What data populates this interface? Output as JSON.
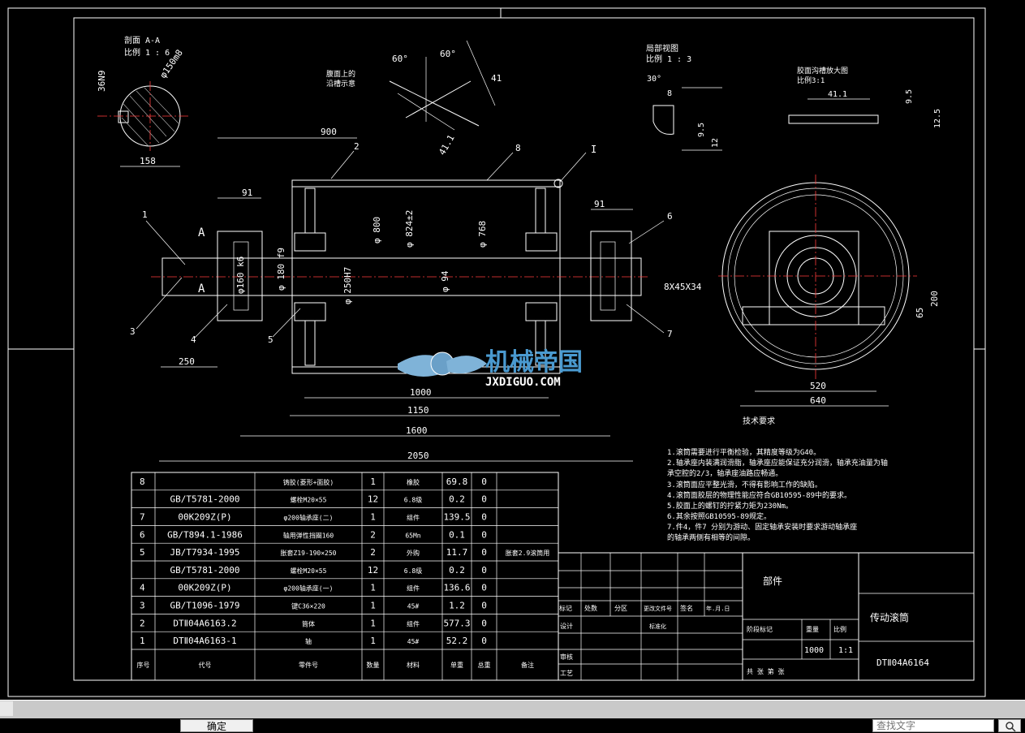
{
  "drawing": {
    "section_aa_title": "剖面 A-A",
    "section_aa_scale": "比例 1 : 6",
    "dim_36n9": "36N9",
    "dim_phi150": "φ150m8",
    "dim_158": "158",
    "weld_note_line1": "腹面上的",
    "weld_note_line2": "沿槽示意",
    "angle_left": "60°",
    "angle_right": "60°",
    "dim_41_top": "41",
    "dim_41_diag": "41.1",
    "local_view_title": "局部视图",
    "local_view_scale": "比例 1 : 3",
    "angle_30": "30°",
    "dim_local_8": "8",
    "dim_local_95": "9.5",
    "dim_local_12": "12",
    "rubber_title": "胶面沟槽放大图",
    "rubber_scale": "比例3:1",
    "dim_rubber_411": "41.1",
    "dim_rubber_95": "9.5",
    "dim_rubber_125": "12.5",
    "detail_I": "I",
    "dim_900": "900",
    "dim_91_left": "91",
    "dim_91_right": "91",
    "dim_phi800": "φ 800",
    "dim_phi824": "φ 824±2",
    "dim_phi768": "φ 768",
    "dim_phi94": "φ 94",
    "dim_phi250": "φ 250H7",
    "dim_phi180": "φ 180 f9",
    "dim_phi160": "φ160 k6",
    "dim_8x45x34": "8X45X34",
    "dim_250": "250",
    "dim_1000": "1000",
    "dim_1150": "1150",
    "dim_1600": "1600",
    "dim_2050": "2050",
    "dim_200": "200",
    "dim_65": "65",
    "dim_520": "520",
    "dim_640": "640",
    "section_A": "A",
    "balloons": [
      "1",
      "2",
      "3",
      "4",
      "5",
      "6",
      "7",
      "8"
    ],
    "watermark_cn": "机械帝国",
    "watermark_en": "JXDIGUO.COM",
    "tech_title": "技术要求",
    "tech_notes": [
      "1.滚筒需要进行平衡检验，其精度等级为G40。",
      "2.轴承座内装满润滑脂，轴承座应能保证充分润滑，轴承充油量为轴",
      "承空腔的2/3，轴承座油路应畅通。",
      "3.滚筒面应平整光滑，不得有影响工作的缺陷。",
      "4.滚筒面胶层的物理性能应符合GB10595-89中的要求。",
      "5.胶面上的螺钉的拧紧力矩为230Nm。",
      "6.其余按照GB10595-89规定。",
      "7.件4，件7  分别为游动、固定轴承安装时要求游动轴承座",
      "的轴承两侧有相等的间隙。"
    ]
  },
  "bom": {
    "rows": [
      {
        "no": "8",
        "code": "",
        "name": "铸胶(菱形+面胶)",
        "qty": "1",
        "material": "橡胶",
        "unit": "69.8",
        "total": "0",
        "note": ""
      },
      {
        "no": "",
        "code": "GB/T5781-2000",
        "name": "螺栓M20×55",
        "qty": "12",
        "material": "6.8级",
        "unit": "0.2",
        "total": "0",
        "note": ""
      },
      {
        "no": "7",
        "code": "00K209Z(P)",
        "name": "φ200轴承座(二)",
        "qty": "1",
        "material": "组件",
        "unit": "139.5",
        "total": "0",
        "note": ""
      },
      {
        "no": "6",
        "code": "GB/T894.1-1986",
        "name": "轴用弹性挡圈160",
        "qty": "2",
        "material": "65Mn",
        "unit": "0.1",
        "total": "0",
        "note": ""
      },
      {
        "no": "5",
        "code": "JB/T7934-1995",
        "name": "胀套Z19-190×250",
        "qty": "2",
        "material": "外购",
        "unit": "11.7",
        "total": "0",
        "note": "胀套2.9滚筒用"
      },
      {
        "no": "",
        "code": "GB/T5781-2000",
        "name": "螺栓M20×55",
        "qty": "12",
        "material": "6.8级",
        "unit": "0.2",
        "total": "0",
        "note": ""
      },
      {
        "no": "4",
        "code": "00K209Z(P)",
        "name": "φ200轴承座(一)",
        "qty": "1",
        "material": "组件",
        "unit": "136.6",
        "total": "0",
        "note": ""
      },
      {
        "no": "3",
        "code": "GB/T1096-1979",
        "name": "键C36×220",
        "qty": "1",
        "material": "45#",
        "unit": "1.2",
        "total": "0",
        "note": ""
      },
      {
        "no": "2",
        "code": "DTⅡ04A6163.2",
        "name": "筒体",
        "qty": "1",
        "material": "组件",
        "unit": "577.3",
        "total": "0",
        "note": ""
      },
      {
        "no": "1",
        "code": "DTⅡ04A6163-1",
        "name": "轴",
        "qty": "1",
        "material": "45#",
        "unit": "52.2",
        "total": "0",
        "note": ""
      }
    ],
    "header": {
      "no": "序号",
      "code": "代号",
      "name": "零件号",
      "qty": "数量",
      "material": "材料",
      "unit": "单重",
      "total": "总重",
      "note": "备注"
    }
  },
  "titleblock": {
    "mark": "标记",
    "count": "处数",
    "zone": "分区",
    "change_doc": "更改文件号",
    "sign": "签名",
    "date": "年.月.日",
    "design": "设计",
    "standardize": "标准化",
    "review": "审核",
    "process": "工艺",
    "part_label": "部件",
    "stage": "阶段标记",
    "weight_label": "重量",
    "scale_label": "比例",
    "weight": "1000",
    "scale": "1:1",
    "sheets": "共   张   第   张",
    "title": "传动滚筒",
    "drawing_no": "DTⅡ04A6164"
  },
  "statusbar": {
    "confirm_label": "确定",
    "find_placeholder": "查找文字"
  }
}
